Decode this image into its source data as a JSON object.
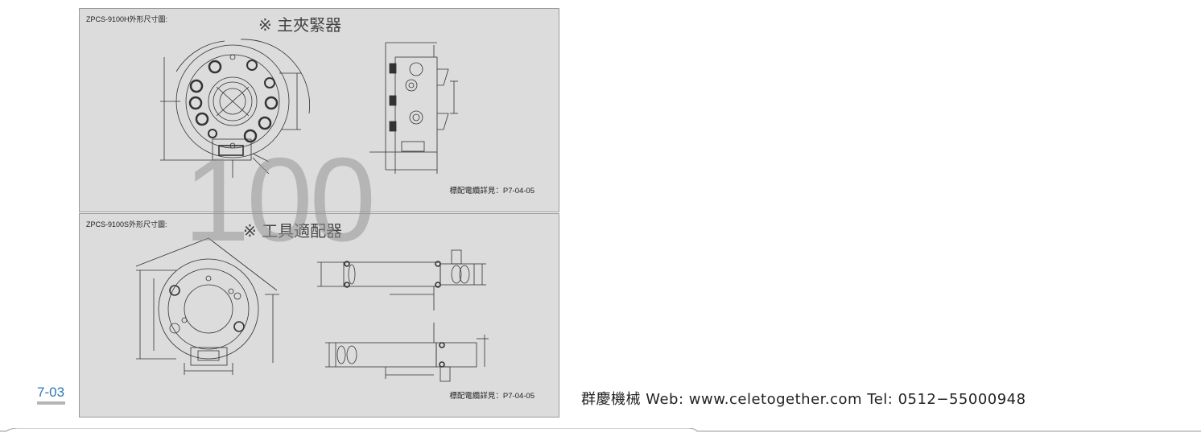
{
  "page_number": "7-03",
  "watermark": "100",
  "footer": "群慶機械  Web: www.celetogether.com  Tel: 0512−55000948",
  "panels": [
    {
      "title": "ZPCS-9100H外形尺寸圖:",
      "heading": "※ 主夾緊器",
      "note": "標配電纜詳見：P7-04-05"
    },
    {
      "title": "ZPCS-9100S外形尺寸圖:",
      "heading": "※ 工具適配器",
      "note": "標配電纜詳見：P7-04-05"
    }
  ]
}
